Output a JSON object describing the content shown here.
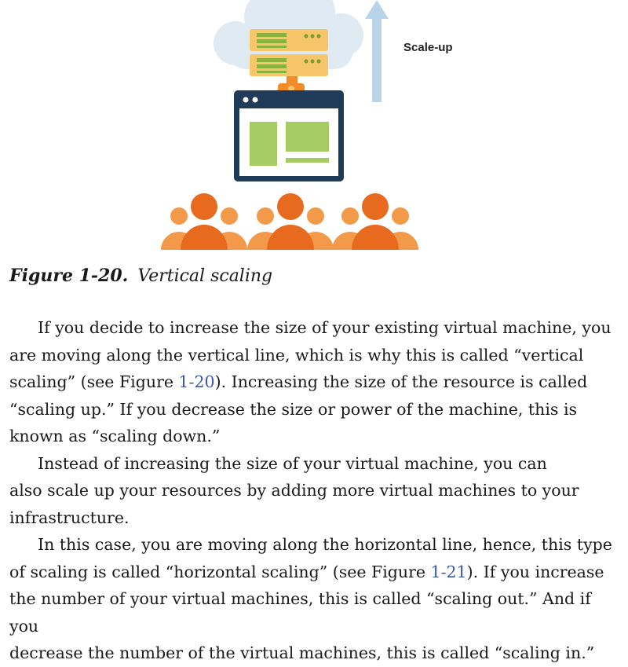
{
  "figure": {
    "label": "Scale-up",
    "caption_number": "Figure 1-20.",
    "caption_title": "Vertical scaling",
    "colors": {
      "cloud": "#dfeaf3",
      "server_body": "#f7c56a",
      "server_bars": "#8ab33e",
      "server_dots": "#7a9a2a",
      "connector": "#f28c28",
      "monitor_frame": "#1f3b58",
      "monitor_screen": "#ffffff",
      "screen_blocks": "#a5cc63",
      "arrow": "#b9d3e8",
      "people": "#e86a1e",
      "people_light": "#f39a4a"
    }
  },
  "paragraphs": [
    {
      "lines": [
        "If you decide to increase the size of your existing virtual machine, you",
        "are moving along the vertical line, which is why this is called “vertical",
        [
          "scaling” (see Figure ",
          "1-20",
          "). Increasing the size of the resource is called"
        ],
        "“scaling up.” If you decrease the size or power of the machine, this is",
        "known as “scaling down.”"
      ]
    },
    {
      "lines": [
        "Instead of increasing the size of your virtual machine, you can",
        "also scale up your resources by adding more virtual machines to your",
        "infrastructure."
      ]
    },
    {
      "lines": [
        "In this case, you are moving along the horizontal line, hence, this type",
        [
          "of scaling is called “horizontal scaling” (see Figure ",
          "1-21",
          "). If you increase"
        ],
        "the number of your virtual machines, this is called “scaling out.” And if you",
        "decrease the number of the virtual machines, this is called “scaling in.”"
      ]
    }
  ]
}
